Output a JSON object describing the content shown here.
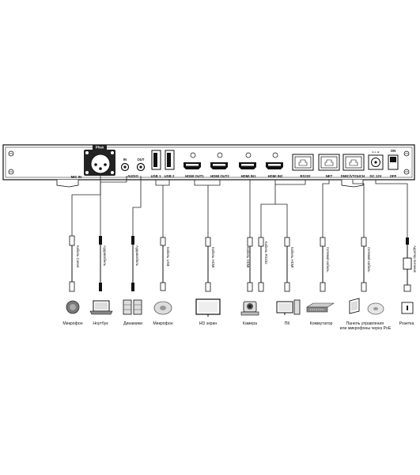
{
  "panel": {
    "ports": [
      {
        "id": "mic",
        "label": "MIC IN"
      },
      {
        "id": "phantom",
        "label": "Phan"
      },
      {
        "id": "audio_in",
        "label": "IN"
      },
      {
        "id": "audio_out",
        "label": "OUT"
      },
      {
        "id": "audio",
        "label": "AUDIO"
      },
      {
        "id": "usb1",
        "label": "USB 1"
      },
      {
        "id": "usb2",
        "label": "USB 2"
      },
      {
        "id": "hdmi_out1",
        "label": "HDMI OUT1"
      },
      {
        "id": "hdmi_out2",
        "label": "HDMI OUT2"
      },
      {
        "id": "hdmi_in1",
        "label": "HDMI IN1"
      },
      {
        "id": "hdmi_in2",
        "label": "HDMI IN2"
      },
      {
        "id": "rs232",
        "label": "RS232"
      },
      {
        "id": "net",
        "label": "NET"
      },
      {
        "id": "dmic",
        "label": "DMIC/VTOUCH"
      },
      {
        "id": "dc",
        "label": "DC 12V"
      },
      {
        "id": "power_on",
        "label": "ON"
      },
      {
        "id": "power_off",
        "label": "OFF"
      }
    ]
  },
  "cables": [
    {
      "label": "Кабель Canon"
    },
    {
      "label": "Аудиокабель"
    },
    {
      "label": "Аудиокабель"
    },
    {
      "label": "Кабель USB"
    },
    {
      "label": "Кабель HDMI"
    },
    {
      "label": "Кабель HDMI"
    },
    {
      "label": "Кабель RS232"
    },
    {
      "label": "Кабель HDMI"
    },
    {
      "label": "Сетевой кабель"
    },
    {
      "label": "Сетевой кабель"
    },
    {
      "label": "Адаптер питания"
    }
  ],
  "devices": [
    {
      "label": "Микрофон",
      "icon": "microphone-icon"
    },
    {
      "label": "Ноутбук",
      "icon": "laptop-icon"
    },
    {
      "label": "Динамики",
      "icon": "speakers-icon"
    },
    {
      "label": "Микрофон",
      "icon": "usb-microphone-icon"
    },
    {
      "label": "HD экран",
      "icon": "display-icon"
    },
    {
      "label": "Камера",
      "icon": "camera-icon"
    },
    {
      "label": "ПК",
      "icon": "pc-icon"
    },
    {
      "label": "Коммутатор",
      "icon": "switch-icon"
    },
    {
      "label": "Панель управления\nили микрофоны через PoE",
      "icon": "touch-panel-icon"
    },
    {
      "label": "Розетка",
      "icon": "power-outlet-icon"
    }
  ]
}
